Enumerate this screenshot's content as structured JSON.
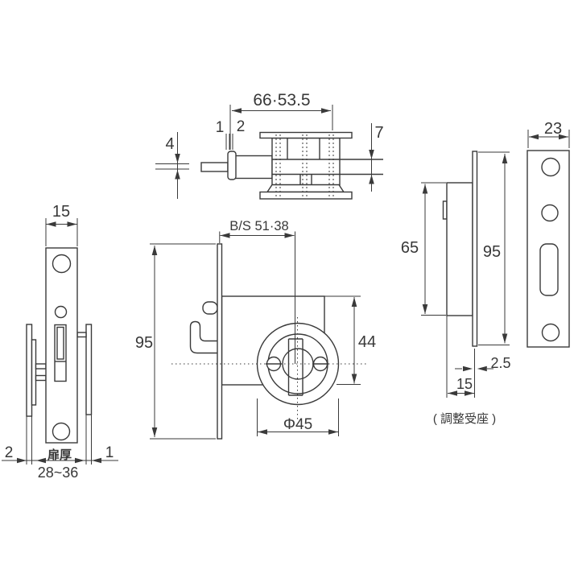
{
  "drawing": {
    "colors": {
      "line": "#3a3a3a",
      "background": "#ffffff"
    },
    "top_view": {
      "overall_length": "66·53.5",
      "t1": "1",
      "t2": "2",
      "pin_dia": "4",
      "bolt_thickness": "7"
    },
    "left_view": {
      "face_width": "15",
      "clearance_left": "2",
      "door_thickness_label": "扉厚",
      "door_thickness_range": "28~36",
      "clearance_right": "1"
    },
    "front_view": {
      "backset": "B/S 51·38",
      "faceplate_height": "95",
      "case_height": "44",
      "rosette_dia": "Φ45"
    },
    "side_view": {
      "case_height": "65",
      "plate_height": "95",
      "plate_thickness": "2.5",
      "case_depth": "15",
      "caption": "( 調整受座 )"
    },
    "strike_view": {
      "width": "23"
    }
  }
}
